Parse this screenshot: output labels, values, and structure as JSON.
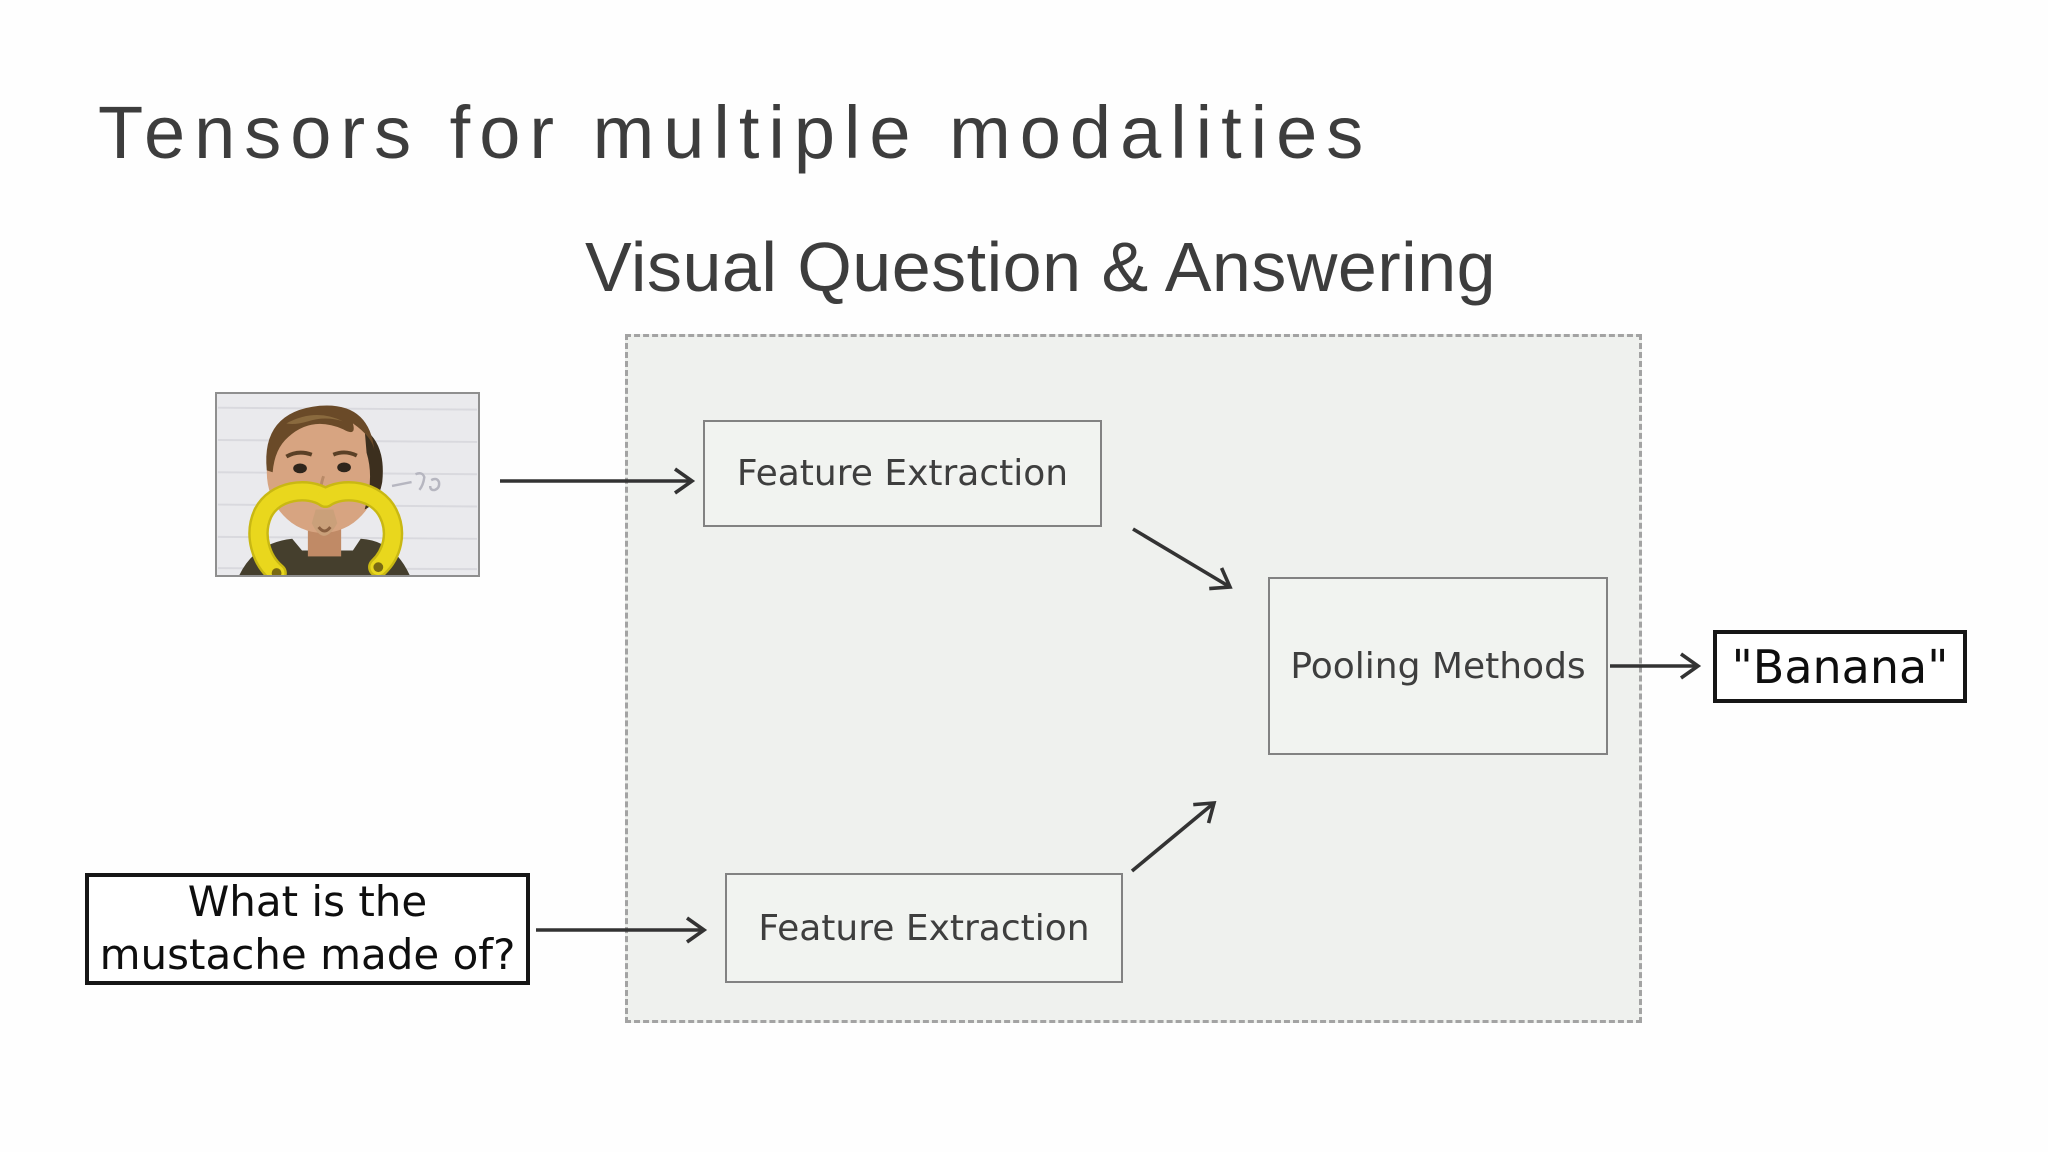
{
  "slide": {
    "title": "Tensors for multiple modalities",
    "subtitle": "Visual Question & Answering"
  },
  "diagram": {
    "photo_alt": "person wearing two bananas as a handlebar mustache",
    "question_box": {
      "line1": "What is the",
      "line2": "mustache made of?"
    },
    "nodes": {
      "feature_extraction_top": "Feature Extraction",
      "feature_extraction_bottom": "Feature Extraction",
      "pooling": "Pooling Methods"
    },
    "answer": "\"Banana\""
  },
  "colors": {
    "title_text": "#3d3d3d",
    "diagram_text": "#3e3e3e",
    "panel_fill": "#eff1ee",
    "node_fill": "#f1f3f0",
    "panel_border": "#a3a3a3",
    "box_border": "#828282",
    "answer_border": "#161616",
    "arrow": "#333333",
    "banana_yellow": "#e9d71d"
  }
}
